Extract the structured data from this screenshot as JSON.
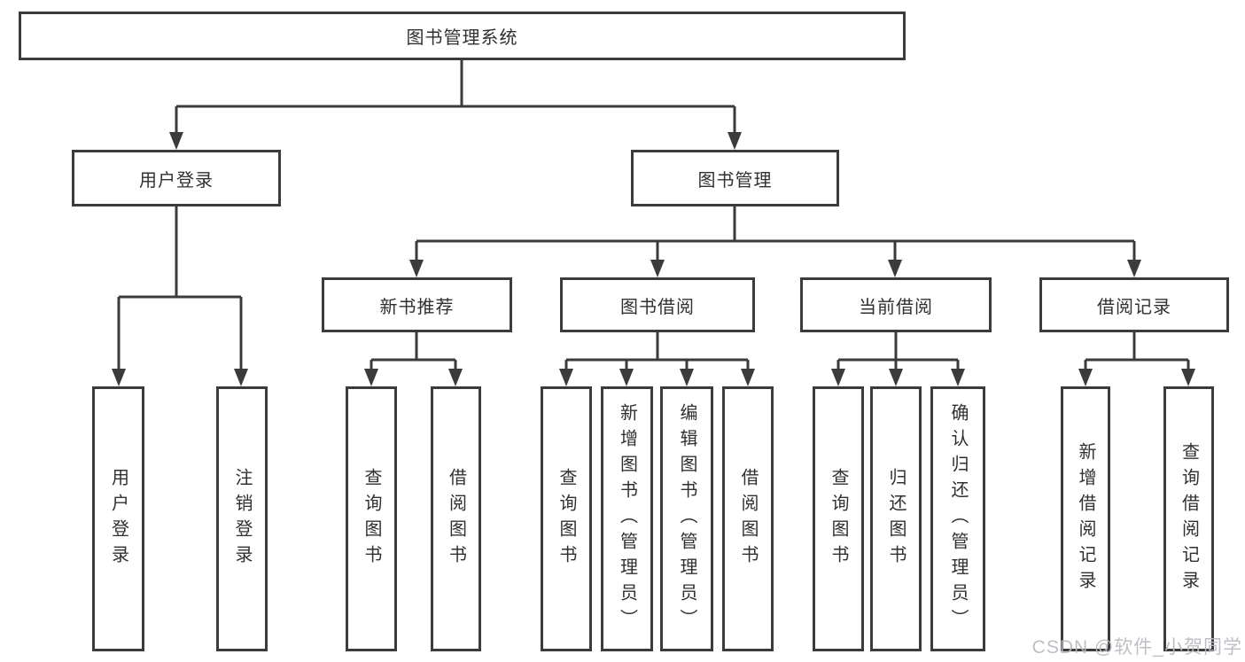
{
  "diagram": {
    "title": "图书管理系统",
    "type": "hierarchy-tree",
    "tree": {
      "label": "图书管理系统",
      "children": [
        {
          "label": "用户登录",
          "children": [
            {
              "label": "用户登录"
            },
            {
              "label": "注销登录"
            }
          ]
        },
        {
          "label": "图书管理",
          "children": [
            {
              "label": "新书推荐",
              "children": [
                {
                  "label": "查询图书"
                },
                {
                  "label": "借阅图书"
                }
              ]
            },
            {
              "label": "图书借阅",
              "children": [
                {
                  "label": "查询图书"
                },
                {
                  "label": "新增图书（管理员）"
                },
                {
                  "label": "编辑图书（管理员）"
                },
                {
                  "label": "借阅图书"
                }
              ]
            },
            {
              "label": "当前借阅",
              "children": [
                {
                  "label": "查询图书"
                },
                {
                  "label": "归还图书"
                },
                {
                  "label": "确认归还（管理员）"
                }
              ]
            },
            {
              "label": "借阅记录",
              "children": [
                {
                  "label": "新增借阅记录"
                },
                {
                  "label": "查询借阅记录"
                }
              ]
            }
          ]
        }
      ]
    }
  },
  "watermark": {
    "text": "CSDN @软件_小贺同学",
    "color": "#b7bbc0"
  },
  "colors": {
    "line": "#3b3b3b",
    "box_border": "#3b3b3b",
    "text": "#303030",
    "background": "#ffffff"
  }
}
